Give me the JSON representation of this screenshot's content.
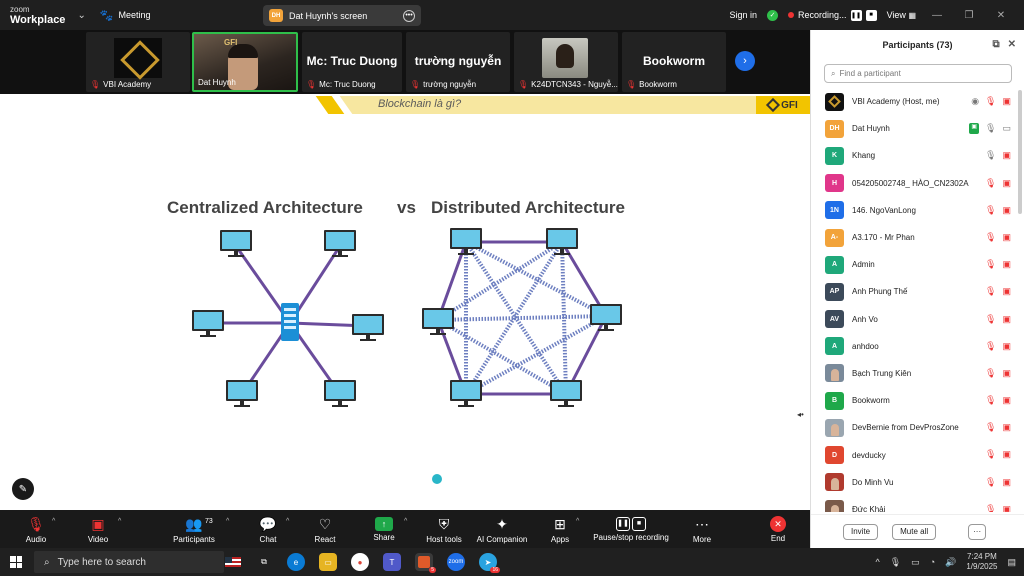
{
  "window": {
    "brand_line1": "zoom",
    "brand_line2": "Workplace",
    "meeting_label": "Meeting",
    "screen_badge": "DH",
    "screen_title": "Dat Huynh's screen",
    "signin": "Sign in",
    "recording": "Recording...",
    "view": "View"
  },
  "strip": {
    "tiles": [
      {
        "name": "VBI Academy"
      },
      {
        "name": "Dat Huynh"
      },
      {
        "name": "Mc: Truc Duong",
        "big": "Mc: Truc Duong"
      },
      {
        "name": "trường nguyễn",
        "big": "trường nguyễn"
      },
      {
        "name": "K24DTCN343 - Nguyễ..."
      },
      {
        "name": "Bookworm",
        "big": "Bookworm"
      }
    ],
    "gfi": "GFI"
  },
  "slide": {
    "banner_title": "Blockchain là gì?",
    "logo_text": "GFI",
    "left_heading": "Centralized Architecture",
    "vs": "vs",
    "right_heading": "Distributed Architecture"
  },
  "panel": {
    "title": "Participants (73)",
    "search_placeholder": "Find a participant",
    "participants": [
      {
        "initials": "",
        "name": "VBI Academy (Host, me)",
        "color": "#111111",
        "photo": "vbi",
        "video": false
      },
      {
        "initials": "DH",
        "name": "Dat Huynh",
        "color": "#f2a33a",
        "photo": "",
        "video": true
      },
      {
        "initials": "K",
        "name": "Khang",
        "color": "#1fa87a",
        "photo": "",
        "video": false
      },
      {
        "initials": "H",
        "name": "054205002748_ HÀO_CN2302A",
        "color": "#e0368a",
        "photo": "",
        "video": false
      },
      {
        "initials": "1N",
        "name": "146. NgoVanLong",
        "color": "#1f6ee8",
        "photo": "",
        "video": false
      },
      {
        "initials": "A-",
        "name": "A3.170 - Mr Phan",
        "color": "#f2a33a",
        "photo": "",
        "video": false
      },
      {
        "initials": "A",
        "name": "Admin",
        "color": "#1fa87a",
        "photo": "",
        "video": false
      },
      {
        "initials": "AP",
        "name": "Anh Phung Thế",
        "color": "#3c4a5a",
        "photo": "",
        "video": false
      },
      {
        "initials": "AV",
        "name": "Anh Vo",
        "color": "#3c4a5a",
        "photo": "",
        "video": false
      },
      {
        "initials": "A",
        "name": "anhdoo",
        "color": "#1fa87a",
        "photo": "",
        "video": false
      },
      {
        "initials": "",
        "name": "Bạch Trung Kiên",
        "color": "#7a8a9a",
        "photo": "person",
        "video": false
      },
      {
        "initials": "B",
        "name": "Bookworm",
        "color": "#1fa84a",
        "photo": "",
        "video": false
      },
      {
        "initials": "",
        "name": "DevBernie from DevProsZone",
        "color": "#9aa6b0",
        "photo": "person",
        "video": false
      },
      {
        "initials": "D",
        "name": "devducky",
        "color": "#e0472f",
        "photo": "",
        "video": false
      },
      {
        "initials": "",
        "name": "Do Minh Vu",
        "color": "#b03a2e",
        "photo": "person",
        "video": false
      },
      {
        "initials": "",
        "name": "Đức Khải",
        "color": "#7a5a4a",
        "photo": "person",
        "video": false
      }
    ],
    "invite": "Invite",
    "mute_all": "Mute all",
    "more": "···"
  },
  "toolbar": {
    "audio": "Audio",
    "video": "Video",
    "participants": "Participants",
    "participants_count": "73",
    "chat": "Chat",
    "react": "React",
    "share": "Share",
    "host_tools": "Host tools",
    "ai_companion": "AI Companion",
    "apps": "Apps",
    "pause_stop": "Pause/stop recording",
    "more": "More",
    "end": "End"
  },
  "taskbar": {
    "search_placeholder": "Type here to search",
    "time": "7:24 PM",
    "date": "1/9/2025",
    "badges": {
      "chrome_like": "5",
      "telegram": "16"
    }
  }
}
